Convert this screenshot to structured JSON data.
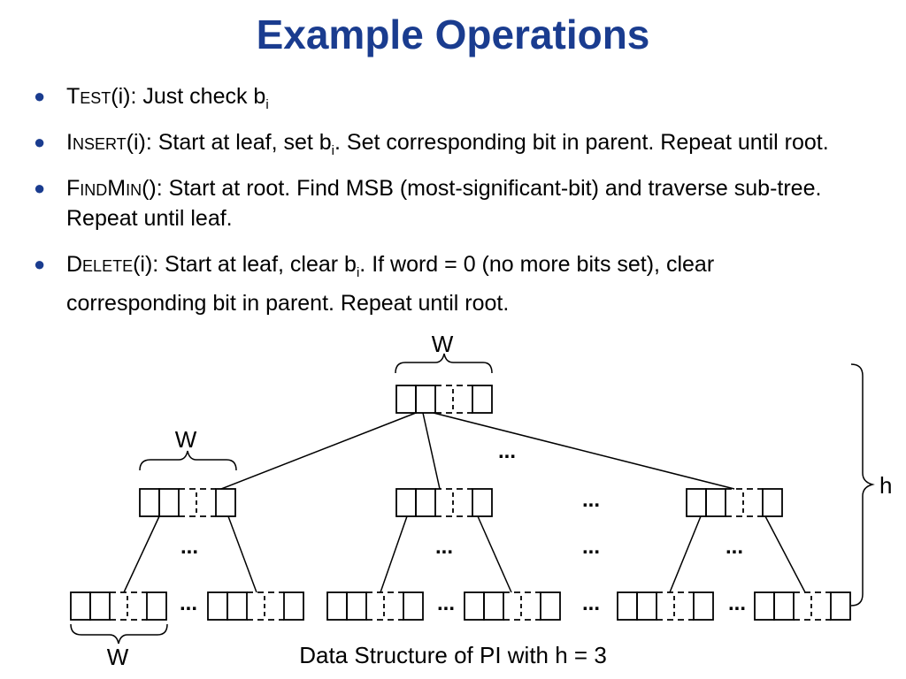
{
  "title": "Example Operations",
  "bullets": [
    {
      "op": "Test",
      "pre": "(i): Just check b",
      "sub": "i",
      "post": ""
    },
    {
      "op": "Insert",
      "pre": "(i): Start at leaf, set b",
      "sub": "i",
      "post": ". Set corresponding bit in parent. Repeat until root."
    },
    {
      "op": "FindMin",
      "pre": "(): Start at root. Find MSB (most-significant-bit) and traverse sub-tree. Repeat until leaf.",
      "sub": "",
      "post": ""
    },
    {
      "op": "Delete",
      "pre": "(i): Start at leaf, clear b",
      "sub": "i",
      "post": ".  If word = 0 (no more bits set), clear corresponding bit in parent. Repeat until root."
    }
  ],
  "diagram": {
    "word_label": "W",
    "height_label": "h",
    "ellipsis": "...",
    "caption": "Data Structure of PI with h = 3",
    "colors": {
      "bullet": "#1a3c8f",
      "title": "#1a3c8f",
      "line": "#000000"
    }
  }
}
